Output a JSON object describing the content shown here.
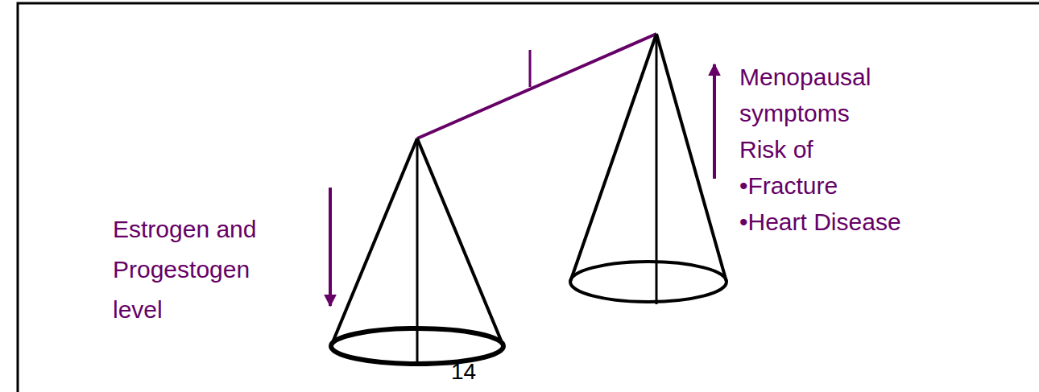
{
  "diagram": {
    "labels": [
      "Estrogen and Progestogen level",
      "Menopausal symptoms",
      "Risk of",
      "•Fracture",
      "•Heart Disease",
      "14"
    ]
  }
}
